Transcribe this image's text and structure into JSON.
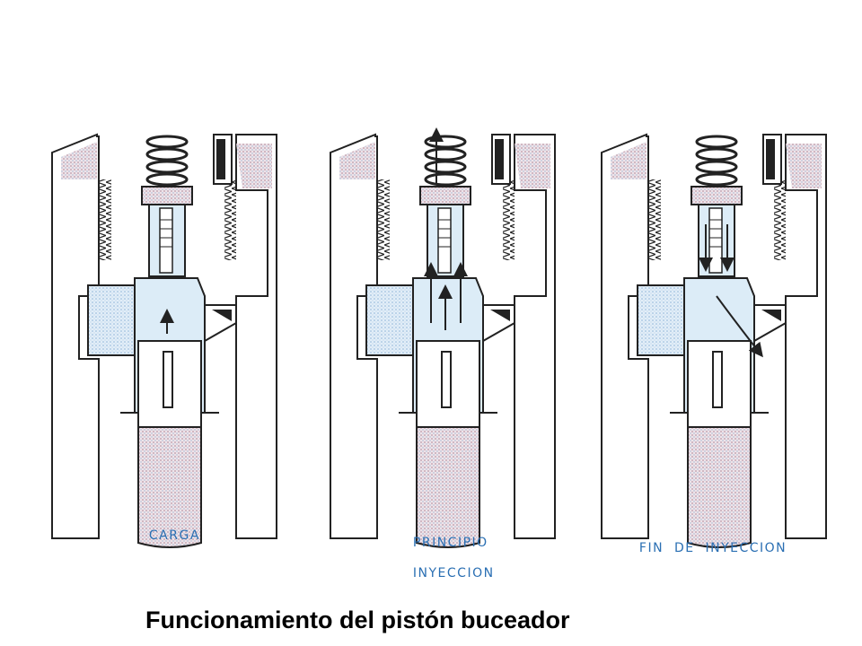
{
  "stages": [
    {
      "id": "carga",
      "label_lines": [
        "CARGA"
      ]
    },
    {
      "id": "principio",
      "label_lines": [
        "PRINCIPIO",
        "INYECCION"
      ]
    },
    {
      "id": "fin",
      "label_lines": [
        "FIN  DE  INYECCION"
      ]
    }
  ],
  "caption": "Funcionamiento del pistón buceador",
  "colors": {
    "fuel": "#dcecf7",
    "stipple_pink": "#e8d6dc",
    "stipple_blue": "#c9def0",
    "ink": "#222222",
    "label": "#2a6fb3"
  },
  "icons": [
    "spring-icon",
    "flow-arrow-icon"
  ]
}
